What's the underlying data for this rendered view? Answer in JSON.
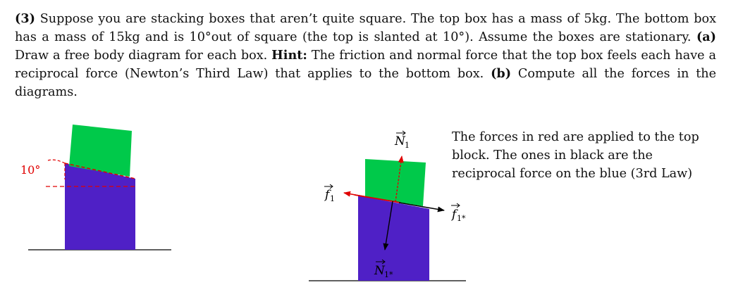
{
  "problem": {
    "number": "(3)",
    "text_1": "Suppose you are stacking boxes that aren’t quite square. The top box has a mass of 5kg. The bottom box has a mass of 15kg and is 10°out of square (the top is slanted at 10°). Assume the boxes are stationary.",
    "part_a_label": "(a)",
    "text_2": "Draw a free body diagram for each box.",
    "hint_label": "Hint:",
    "text_3": "The friction and normal force that the top box feels each have a reciprocal force (Newton’s Third Law) that applies to the bottom box.",
    "part_b_label": "(b)",
    "text_4": "Compute all the forces in the diagrams."
  },
  "figure_left": {
    "angle_label": "10°"
  },
  "figure_right": {
    "normal_top_label": "N",
    "normal_top_sub": "1",
    "normal_bottom_label": "N",
    "normal_bottom_sub": "1*",
    "friction_left_label": "f",
    "friction_left_sub": "1",
    "friction_right_label": "f",
    "friction_right_sub": "1*"
  },
  "note": "The forces in red are applied to the top block. The ones in black are the reciprocal force on the blue (3rd Law)",
  "colors": {
    "top_box": "#00c94a",
    "bottom_box": "#4f20c6",
    "red_force": "#e00000",
    "black_force": "#000000"
  }
}
